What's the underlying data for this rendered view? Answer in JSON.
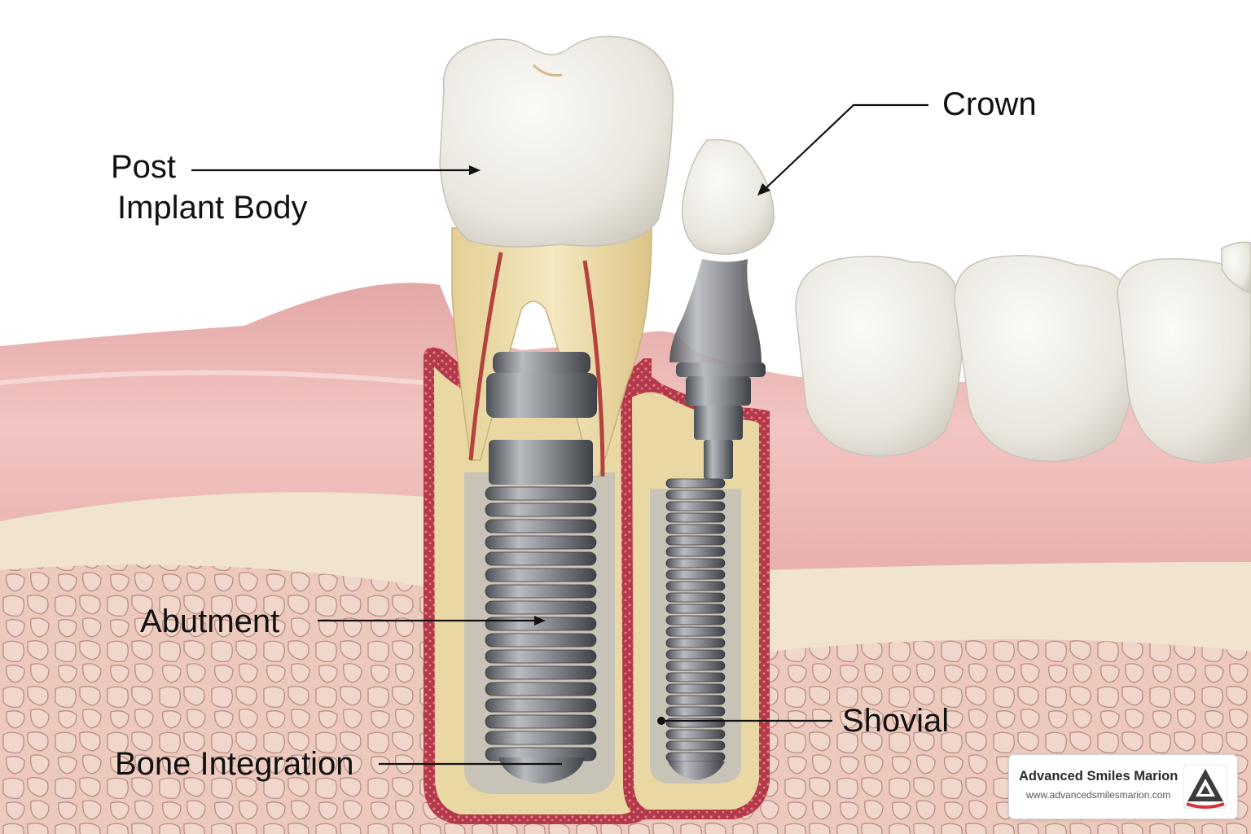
{
  "labels": {
    "post": "Post",
    "implant_body": "Implant Body",
    "crown": "Crown",
    "abutment": "Abutment",
    "bone_integration": "Bone Integration",
    "shovial": "Shovial"
  },
  "brand": {
    "name": "Advanced Smiles Marion",
    "url": "www.advancedsmilesmarion.com",
    "logo_icon": "triangle-a-logo"
  },
  "colors": {
    "gum": "#e5a8a6",
    "bone": "#efe3cc",
    "cancellous_bone": "#ecc9bc",
    "dentin": "#ecdcaa",
    "enamel": "#eeece6",
    "titanium": "#8a8d92",
    "brand_red": "#d4333a"
  }
}
